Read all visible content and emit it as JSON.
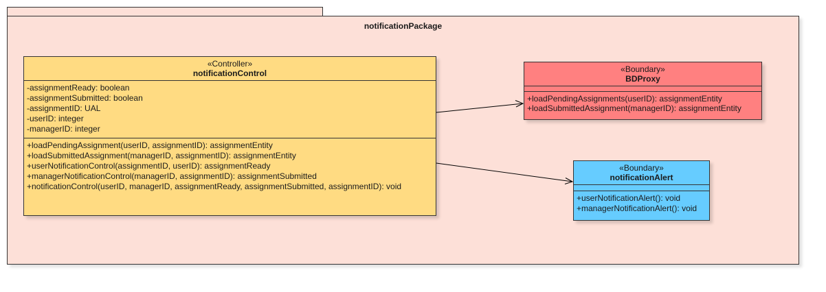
{
  "package": {
    "name": "notificationPackage"
  },
  "classes": {
    "controller": {
      "stereotype": "«Controller»",
      "name": "notificationControl",
      "attributes": [
        "-assignmentReady: boolean",
        "-assignmentSubmitted: boolean",
        "-assignmentID: UAL",
        "-userID: integer",
        "-managerID: integer"
      ],
      "operations": [
        "+loadPendingAssignment(userID, assignmentID): assignmentEntity",
        "+loadSubmittedAssignment(managerID, assignmentID): assignmentEntity",
        "+userNotificationControl(assignmentID, userID): assignmentReady",
        "+managerNotificationControl(managerID, assignmentID): assignmentSubmitted",
        "+notificationControl(userID, managerID, assignmentReady, assignmentSubmitted, assignmentID): void"
      ],
      "color": "#ffdb82"
    },
    "proxy": {
      "stereotype": "«Boundary»",
      "name": "BDProxy",
      "operations": [
        "+loadPendingAssignments(userID): assignmentEntity",
        "+loadSubmittedAssignment(managerID): assignmentEntity"
      ],
      "color": "#ff8080"
    },
    "alert": {
      "stereotype": "«Boundary»",
      "name": "notificationAlert",
      "operations": [
        "+userNotificationAlert(): void",
        "+managerNotificationAlert(): void"
      ],
      "color": "#66ccff"
    }
  },
  "associations": [
    {
      "from": "notificationControl",
      "to": "BDProxy",
      "style": "open-arrow"
    },
    {
      "from": "notificationControl",
      "to": "notificationAlert",
      "style": "open-arrow"
    }
  ]
}
